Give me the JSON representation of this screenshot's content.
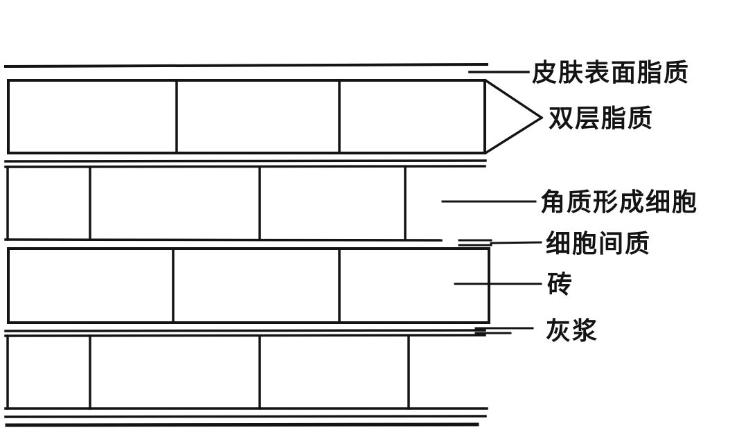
{
  "diagram": {
    "labels": {
      "surface_lipid": "皮肤表面脂质",
      "lipid_bilayer": "双层脂质",
      "keratinocyte": "角质形成细胞",
      "intercellular_matrix": "细胞间质",
      "brick": "砖",
      "mortar": "灰浆"
    },
    "colors": {
      "ink": "#141414",
      "background": "#ffffff"
    }
  }
}
